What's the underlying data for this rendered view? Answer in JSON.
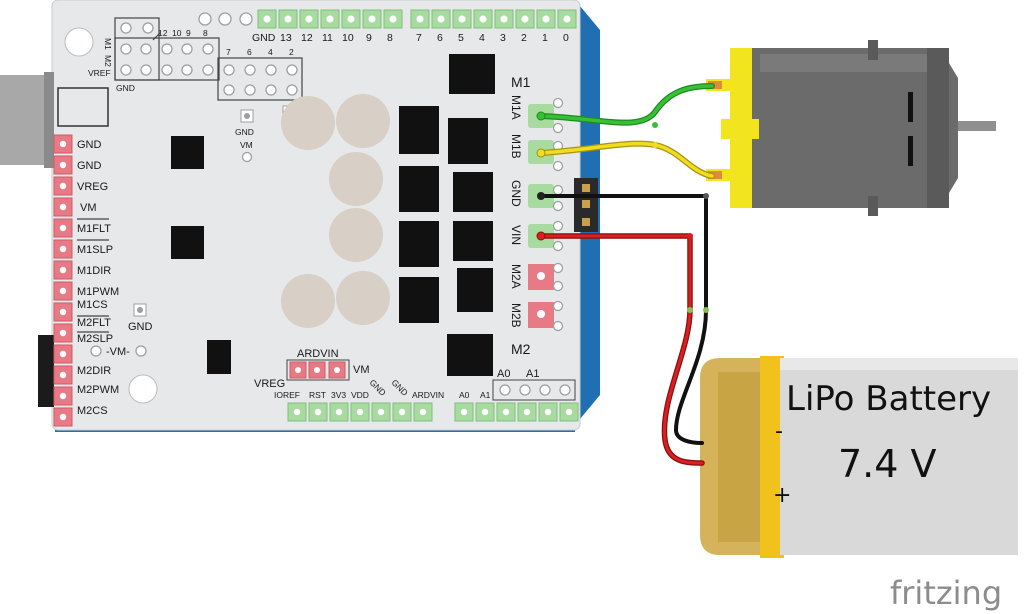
{
  "board": {
    "top_header_left": [
      "GND",
      "13",
      "12",
      "11",
      "10",
      "9",
      "8"
    ],
    "top_header_right": [
      "7",
      "6",
      "5",
      "4",
      "3",
      "2",
      "1",
      "0"
    ],
    "jumper_labels": {
      "m1": "M1",
      "m2": "M2",
      "vref": "VREF",
      "gnd": "GND",
      "n12": "12",
      "n10": "10",
      "n9": "9",
      "n8": "8",
      "n7": "7",
      "n6": "6",
      "n4": "4",
      "n2": "2"
    },
    "mid_gnd": "GND",
    "mid_vm": "VM",
    "side_pins": [
      "GND",
      "GND",
      "VREG",
      "VM",
      "M1FLT",
      "M1SLP",
      "M1DIR",
      "M1PWM",
      "M1CS",
      "M2FLT",
      "M2SLP",
      "M2DIR",
      "M2PWM",
      "M2CS"
    ],
    "gnd_small": "GND",
    "vm_small": "-VM-",
    "ardvin_top": "ARDVIN",
    "vreg": "VREG",
    "vm": "VM",
    "bottom_header": [
      "IOREF",
      "RST",
      "3V3",
      "VDD",
      "GND",
      "GND",
      "ARDVIN",
      "A0",
      "A1"
    ],
    "a_labels": [
      "A0",
      "A1"
    ],
    "motor_title_1": "M1",
    "motor_title_2": "M2",
    "motor_terms": [
      "M1A",
      "M1B",
      "GND",
      "VIN",
      "M2A",
      "M2B"
    ]
  },
  "battery": {
    "title": "LiPo Battery",
    "voltage": "7.4 V",
    "minus": "-",
    "plus": "+"
  },
  "brand": "fritzing",
  "colors": {
    "board": "#e8eaec",
    "board_blue": "#1f6fb2",
    "pad_green": "#a8dba0",
    "pad_red": "#e87a86",
    "wire_green": "#2fb52f",
    "wire_yellow": "#e8d21a",
    "wire_black": "#111111",
    "wire_red": "#d21a1a",
    "motor_body": "#6b6b6b",
    "motor_cap": "#f2e41d",
    "battery_gold": "#d4b35a",
    "battery_silver": "#d9d9d9"
  }
}
